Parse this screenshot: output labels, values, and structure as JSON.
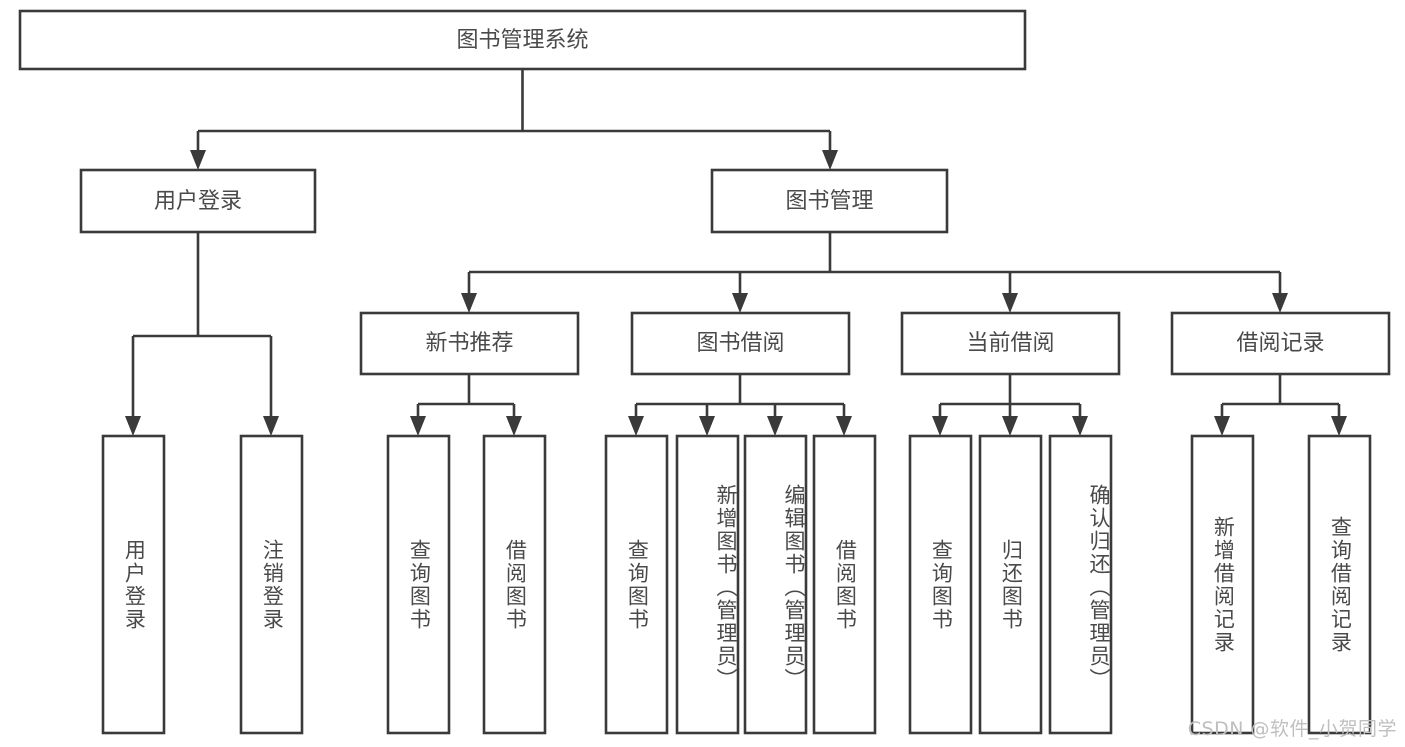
{
  "diagram": {
    "title": "图书管理系统",
    "type": "tree-hierarchy-diagram",
    "watermark": "CSDN @软件_小贺同学",
    "colors": {
      "background": "#ffffff",
      "box_stroke": "#3a3a3a",
      "box_fill": "#ffffff",
      "text": "#4a4a4a",
      "watermark": "#bfbfbf"
    },
    "root": {
      "label": "图书管理系统"
    },
    "level2": [
      {
        "id": "user-login",
        "label": "用户登录"
      },
      {
        "id": "book-management",
        "label": "图书管理"
      }
    ],
    "level3": [
      {
        "id": "new-book-recommend",
        "label": "新书推荐",
        "parent": "book-management"
      },
      {
        "id": "book-borrow",
        "label": "图书借阅",
        "parent": "book-management"
      },
      {
        "id": "current-borrow",
        "label": "当前借阅",
        "parent": "book-management"
      },
      {
        "id": "borrow-record",
        "label": "借阅记录",
        "parent": "book-management"
      }
    ],
    "leaves": [
      {
        "id": "leaf-user-login",
        "label": "用户登录",
        "parent": "user-login"
      },
      {
        "id": "leaf-logout-login",
        "label": "注销登录",
        "parent": "user-login"
      },
      {
        "id": "leaf-query-book-1",
        "label": "查询图书",
        "parent": "new-book-recommend"
      },
      {
        "id": "leaf-borrow-book-1",
        "label": "借阅图书",
        "parent": "new-book-recommend"
      },
      {
        "id": "leaf-query-book-2",
        "label": "查询图书",
        "parent": "book-borrow"
      },
      {
        "id": "leaf-add-book-admin",
        "label": "新增图书（管理员）",
        "parent": "book-borrow"
      },
      {
        "id": "leaf-edit-book-admin",
        "label": "编辑图书（管理员）",
        "parent": "book-borrow"
      },
      {
        "id": "leaf-borrow-book-2",
        "label": "借阅图书",
        "parent": "book-borrow"
      },
      {
        "id": "leaf-query-book-3",
        "label": "查询图书",
        "parent": "current-borrow"
      },
      {
        "id": "leaf-return-book",
        "label": "归还图书",
        "parent": "current-borrow"
      },
      {
        "id": "leaf-confirm-return-admin",
        "label": "确认归还（管理员）",
        "parent": "current-borrow"
      },
      {
        "id": "leaf-add-borrow-record",
        "label": "新增借阅记录",
        "parent": "borrow-record"
      },
      {
        "id": "leaf-query-borrow-record",
        "label": "查询借阅记录",
        "parent": "borrow-record"
      }
    ]
  }
}
